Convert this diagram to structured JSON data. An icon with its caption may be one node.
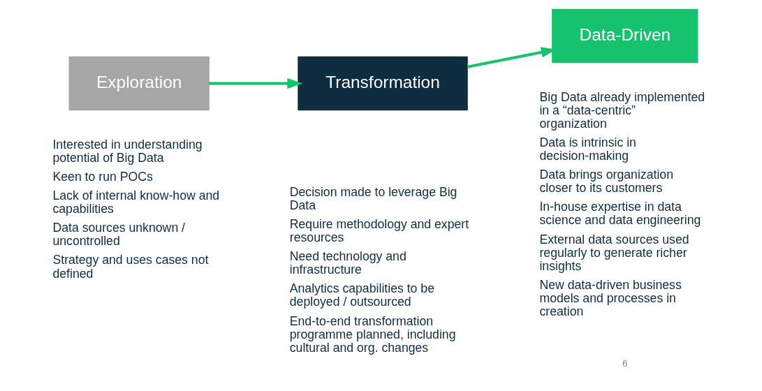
{
  "diagram": {
    "nodes": [
      {
        "text": [
          "Exploration"
        ],
        "beside": [
          "Interested in understanding potential of Big Data",
          "Keen to run POCs",
          "Lack of internal know-how and capabilities",
          "Data sources unknown / uncontrolled",
          "Strategy and uses cases not defined"
        ]
      },
      {
        "text": [
          "Transformation"
        ],
        "beside": [
          "Decision made to leverage Big Data",
          "Require methodology and expert resources",
          "Need technology and infrastructure",
          "Analytics capabilities to be deployed / outsourced",
          "End-to-end transformation programme planned, including cultural and org. changes"
        ]
      },
      {
        "text": [
          "Data-Driven"
        ],
        "beside": [
          "Big Data already implemented in a “data-centric” organization",
          "Data is intrinsic in decision-making",
          "Data brings organization closer to its customers",
          "In-house expertise in data science and data engineering",
          "External data sources used regularly to generate richer insights",
          "New data-driven business models and processes in creation"
        ]
      }
    ],
    "edges": [
      {
        "from": 0,
        "to": 1,
        "arrow": "to",
        "color": "#17c26e"
      },
      {
        "from": 1,
        "to": 2,
        "arrow": "to",
        "color": "#17c26e"
      }
    ],
    "labels": [
      "6"
    ]
  }
}
